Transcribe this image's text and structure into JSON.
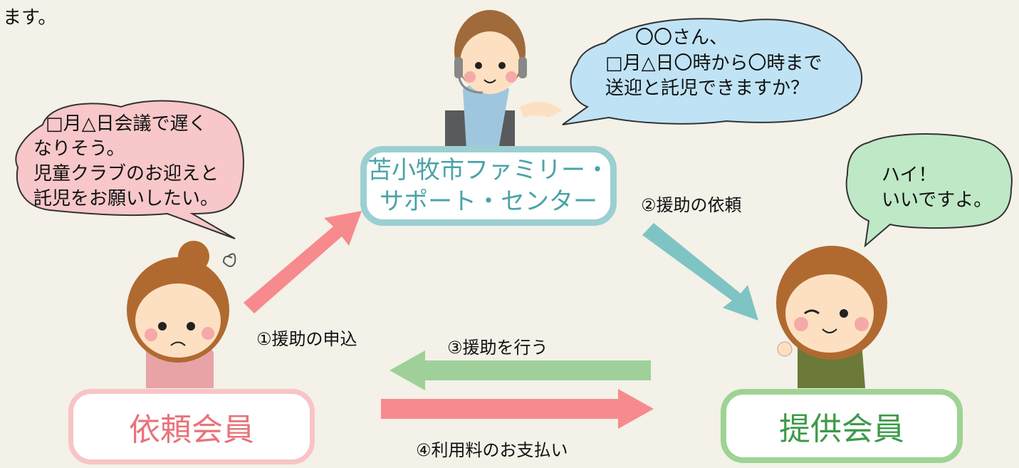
{
  "intro_text": "ます。",
  "bubbles": {
    "requester": [
      "□月△日会議で遅く",
      "なりそう。",
      "児童クラブのお迎えと",
      "託児をお願いしたい。"
    ],
    "center": [
      "〇〇さん、",
      "□月△日〇時から〇時まで",
      "送迎と託児できますか？"
    ],
    "provider": [
      "ハイ！",
      "いいですよ。"
    ]
  },
  "boxes": {
    "center": [
      "苫小牧市ファミリー・",
      "サポート・センター"
    ],
    "requester": "依頼会員",
    "provider": "提供会員"
  },
  "steps": {
    "step1": "①援助の申込",
    "step2": "②援助の依頼",
    "step3": "③援助を行う",
    "step4": "④利用料のお支払い"
  },
  "colors": {
    "pink_arrow": "#f78a8c",
    "teal_arrow": "#7fc4c4",
    "green_arrow": "#9fd09a",
    "bubble_pink": "#f7c7c9",
    "bubble_blue": "#bfe3f5",
    "bubble_green": "#bfe8c6"
  }
}
